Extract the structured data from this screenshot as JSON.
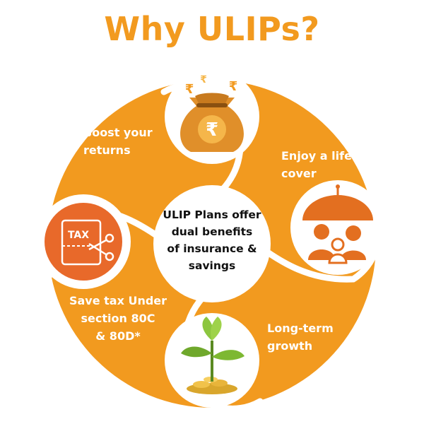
{
  "title": "Why ULIPs?",
  "center": {
    "line1": "ULIP Plans offer",
    "line2": "dual benefits",
    "line3": "of insurance &",
    "line4": "savings"
  },
  "benefits": {
    "returns": {
      "line1": "Boost your",
      "line2": "returns",
      "icon": "money-bag-icon"
    },
    "life_cover": {
      "line1": "Enjoy a life",
      "line2": "cover",
      "icon": "family-umbrella-icon"
    },
    "tax": {
      "line1": "Save tax Under",
      "line2": "section 80C",
      "line3": "& 80D*",
      "icon": "tax-scissors-icon",
      "icon_text": "TAX"
    },
    "growth": {
      "line1": "Long-term",
      "line2": "growth",
      "icon": "plant-coins-icon"
    }
  },
  "colors": {
    "orange": "#f29a1f",
    "dark_orange": "#e36f20",
    "white": "#ffffff",
    "text_dark": "#111111"
  }
}
